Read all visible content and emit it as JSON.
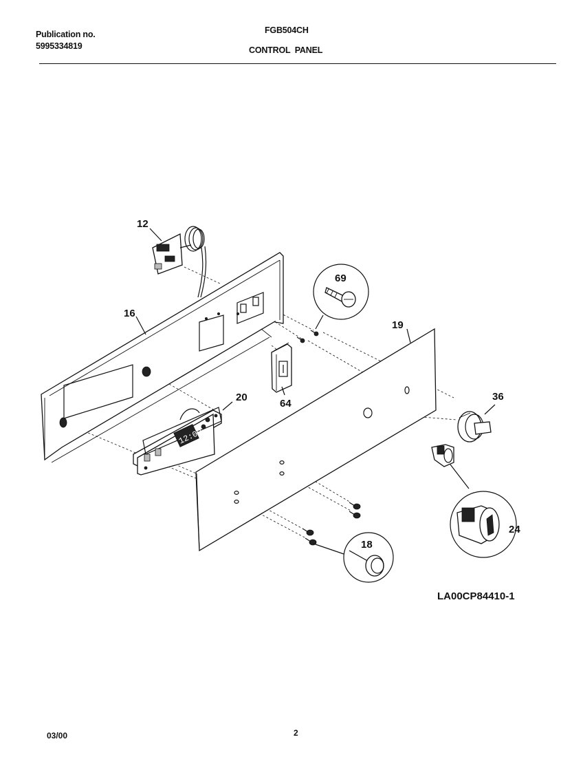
{
  "header": {
    "publication_label": "Publication no.",
    "publication_number": "5995334819",
    "model": "FGB504CH",
    "section_title": "CONTROL  PANEL"
  },
  "callouts": {
    "c12": "12",
    "c16": "16",
    "c69": "69",
    "c19": "19",
    "c20": "20",
    "c64": "64",
    "c36": "36",
    "c24": "24",
    "c18": "18"
  },
  "timer_display": "12:00",
  "diagram_code": "LA00CP84410-1",
  "footer": {
    "date": "03/00",
    "page": "2"
  }
}
